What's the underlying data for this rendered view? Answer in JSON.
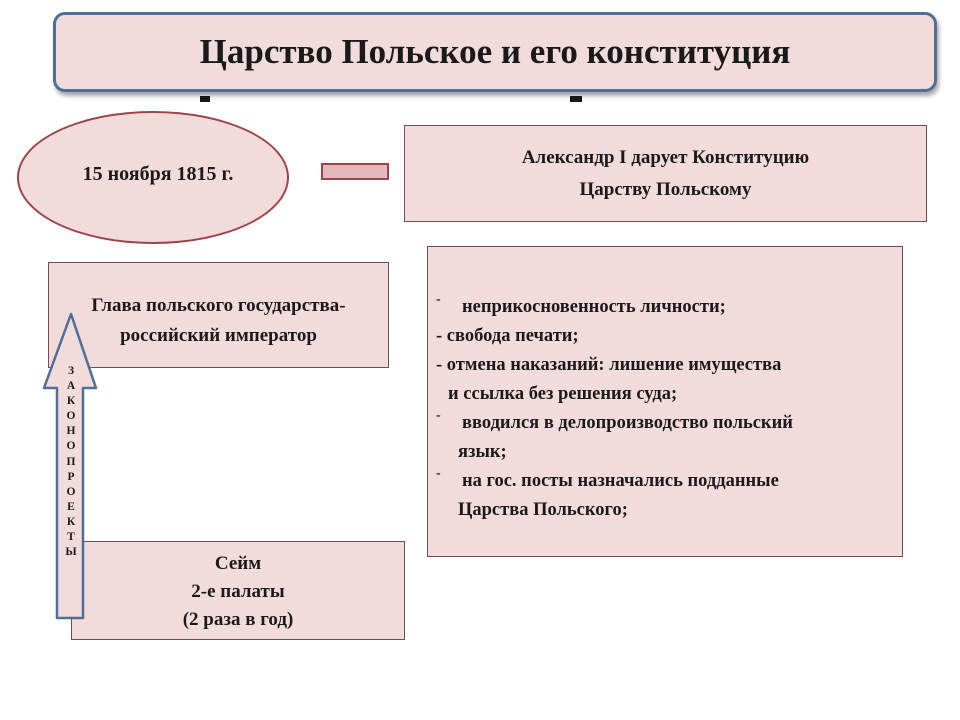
{
  "title": "Царство Польское и его конституция",
  "date": "15 ноября 1815 г.",
  "grant": {
    "line1": "Александр I дарует Конституцию",
    "line2": "Царству Польскому"
  },
  "head_of_state": {
    "line1": "Глава польского государства-",
    "line2": "российский император"
  },
  "sejm": {
    "line1": "Сейм",
    "line2": "2-е палаты",
    "line3": "(2 раза в год)"
  },
  "arrow_label": "ЗАКОНОПРОЕКТЫ",
  "rights": [
    {
      "marker": "-",
      "text": "неприкосновенность личности;",
      "cont": ""
    },
    {
      "marker": "-",
      "text": "свобода печати;",
      "cont": ""
    },
    {
      "marker": "-",
      "text": "отмена наказаний: лишение имущества",
      "cont": "и ссылка без решения суда;"
    },
    {
      "marker": "-",
      "text": "вводился в делопроизводство польский",
      "cont": "язык;"
    },
    {
      "marker": "-",
      "text": "на гос. посты назначались подданные",
      "cont": "Царства Польского;"
    }
  ],
  "colors": {
    "box_fill": "#f2dcdb",
    "box_border": "#7a4a4e",
    "title_border": "#4f6f9a",
    "accent": "#a0424a"
  }
}
